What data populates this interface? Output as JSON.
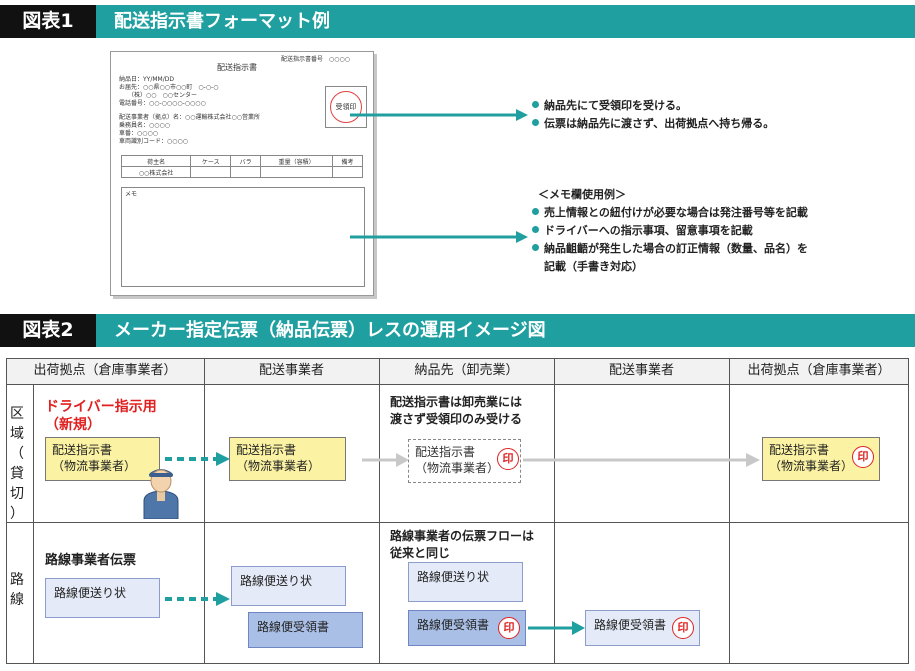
{
  "fig1": {
    "tag": "図表1",
    "title": "配送指示書フォーマット例",
    "form": {
      "title": "配送指示書",
      "number": "配送指示書番号　○○○○",
      "lines": [
        "納品日：YY/MM/DD",
        "お届先：○○県○○市○○町　○‐○‐○",
        "　　（株）○○　○○センター",
        "電話番号：○○‐○○○○‐○○○○",
        "",
        "配送事業者（拠点）名：○○運輸株式会社○○営業所",
        "乗務員名：○○○○",
        "車番：○○○○",
        "車両識別コード：○○○○"
      ],
      "table_headers": [
        "荷主名",
        "ケース",
        "バラ",
        "重量（容積）",
        "備考"
      ],
      "table_row": [
        "○○株式会社",
        "",
        "",
        "",
        ""
      ],
      "memo_label": "メモ",
      "stamp_label": "受領印"
    },
    "notes_top": [
      "納品先にて受領印を受ける。",
      "伝票は納品先に渡さず、出荷拠点へ持ち帰る。"
    ],
    "memo_heading": "＜メモ欄使用例＞",
    "notes_memo": [
      "売上情報との紐付けが必要な場合は発注番号等を記載",
      "ドライバーへの指示事項、留意事項を記載",
      "納品齟齬が発生した場合の訂正情報（数量、品名）を"
    ],
    "notes_memo_cont": "記載（手書き対応）"
  },
  "fig2": {
    "tag": "図表2",
    "title": "メーカー指定伝票（納品伝票）レスの運用イメージ図",
    "columns": [
      "出荷拠点（倉庫事業者）",
      "配送事業者",
      "納品先（卸売業）",
      "配送事業者",
      "出荷拠点（倉庫事業者）"
    ],
    "row1": {
      "label": [
        "区",
        "域",
        "（",
        "貸",
        "切",
        "）"
      ],
      "driver_label": [
        "ドライバー指示用",
        "（新規）"
      ],
      "doc_line1": "配送指示書",
      "doc_line2": "（物流事業者）",
      "note": [
        "配送指示書は卸売業には",
        "渡さず受領印のみ受ける"
      ],
      "stamp": "印"
    },
    "row2": {
      "label": [
        "路",
        "線"
      ],
      "heading": "路線事業者伝票",
      "slip": "路線便送り状",
      "receipt": "路線便受領書",
      "note": [
        "路線事業者の伝票フローは",
        "従来と同じ"
      ],
      "stamp": "印"
    },
    "colors": {
      "teal": "#1f9fa0",
      "yellow": "#fbf3a3",
      "blue_light": "#e4eaf7",
      "blue": "#a9bfe6",
      "red": "#e02020",
      "gray_arrow": "#c8c8c8"
    }
  }
}
